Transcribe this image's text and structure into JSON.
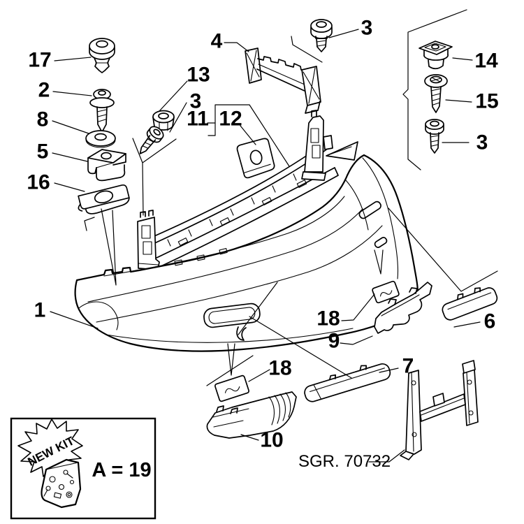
{
  "diagram": {
    "callouts": {
      "n1": "1",
      "n2": "2",
      "n3_top": "3",
      "n3_mid": "3",
      "n3_right": "3",
      "n4": "4",
      "n5": "5",
      "n6": "6",
      "n7": "7",
      "n8": "8",
      "n9": "9",
      "n10": "10",
      "n11": "11",
      "n12": "12",
      "n13": "13",
      "n14": "14",
      "n15": "15",
      "n16": "16",
      "n17": "17",
      "n18_left": "18",
      "n18_right": "18"
    },
    "sgr_code": "SGR. 70732",
    "new_kit": {
      "burst_label": "NEW KIT",
      "kit_value": "A = 19"
    }
  }
}
